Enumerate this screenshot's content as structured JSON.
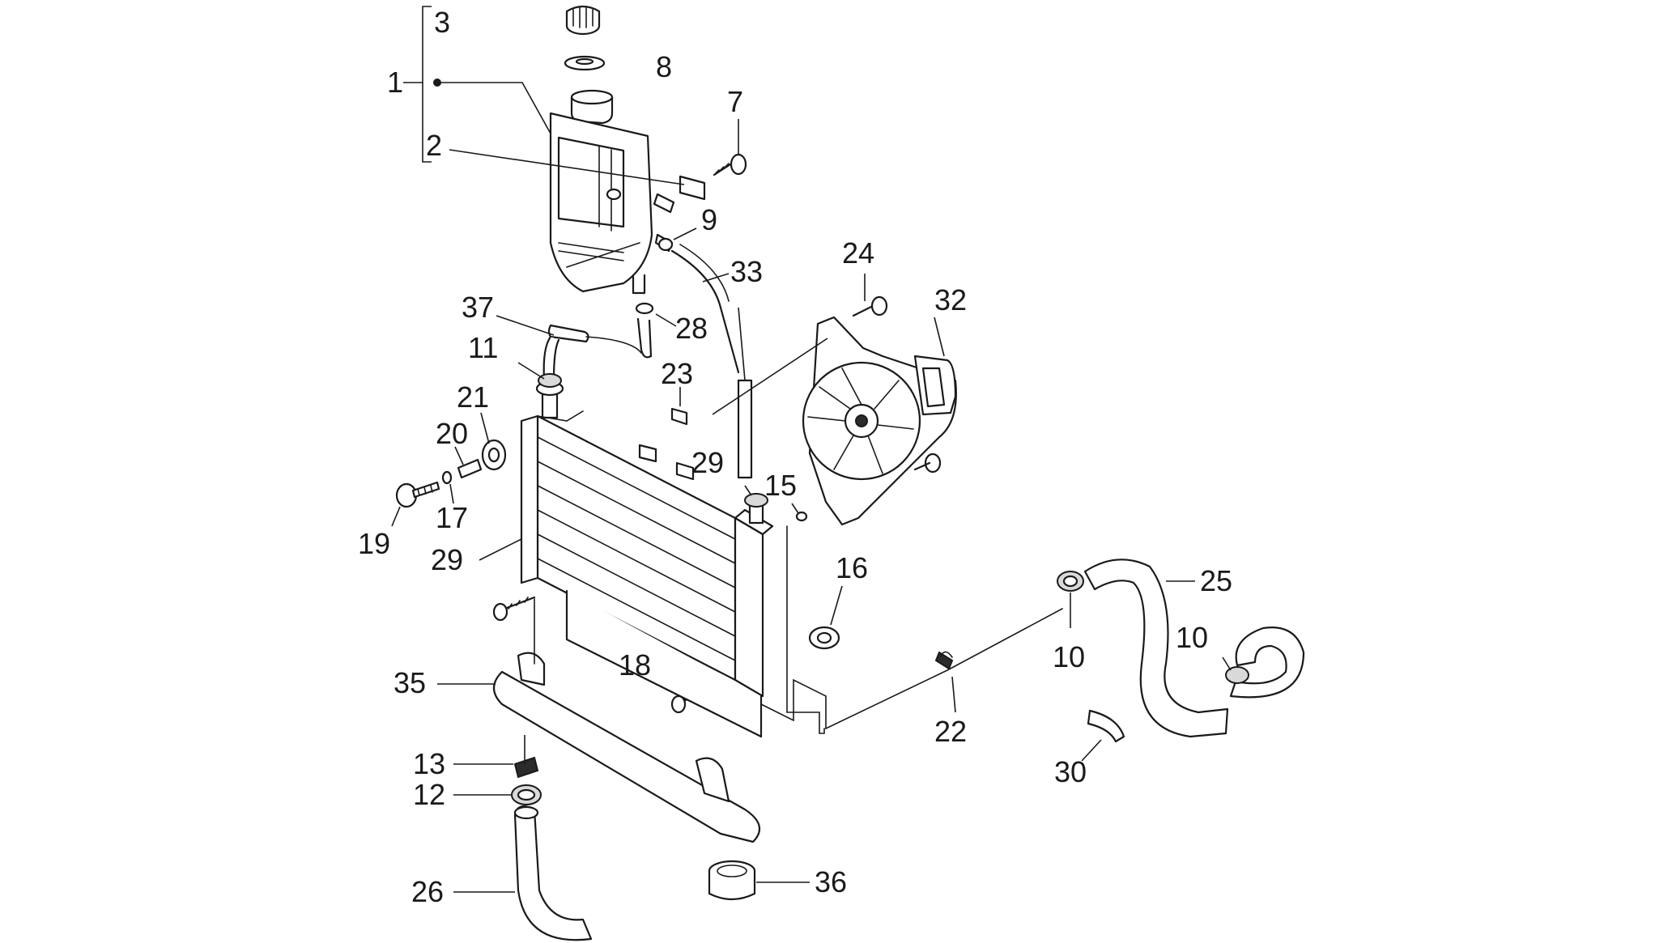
{
  "callouts": [
    {
      "id": "c1",
      "label": "1"
    },
    {
      "id": "c2",
      "label": "2"
    },
    {
      "id": "c3",
      "label": "3"
    },
    {
      "id": "c8",
      "label": "8"
    },
    {
      "id": "c7",
      "label": "7"
    },
    {
      "id": "c9",
      "label": "9"
    },
    {
      "id": "c24",
      "label": "24"
    },
    {
      "id": "c33",
      "label": "33"
    },
    {
      "id": "c32",
      "label": "32"
    },
    {
      "id": "c37",
      "label": "37"
    },
    {
      "id": "c28",
      "label": "28"
    },
    {
      "id": "c11",
      "label": "11"
    },
    {
      "id": "c23",
      "label": "23"
    },
    {
      "id": "c21",
      "label": "21"
    },
    {
      "id": "c20",
      "label": "20"
    },
    {
      "id": "c29a",
      "label": "29"
    },
    {
      "id": "c15",
      "label": "15"
    },
    {
      "id": "c17",
      "label": "17"
    },
    {
      "id": "c19",
      "label": "19"
    },
    {
      "id": "c29b",
      "label": "29"
    },
    {
      "id": "c16",
      "label": "16"
    },
    {
      "id": "c25",
      "label": "25"
    },
    {
      "id": "c10a",
      "label": "10"
    },
    {
      "id": "c10b",
      "label": "10"
    },
    {
      "id": "c18",
      "label": "18"
    },
    {
      "id": "c35",
      "label": "35"
    },
    {
      "id": "c22",
      "label": "22"
    },
    {
      "id": "c30",
      "label": "30"
    },
    {
      "id": "c13",
      "label": "13"
    },
    {
      "id": "c12",
      "label": "12"
    },
    {
      "id": "c36",
      "label": "36"
    },
    {
      "id": "c26",
      "label": "26"
    }
  ]
}
